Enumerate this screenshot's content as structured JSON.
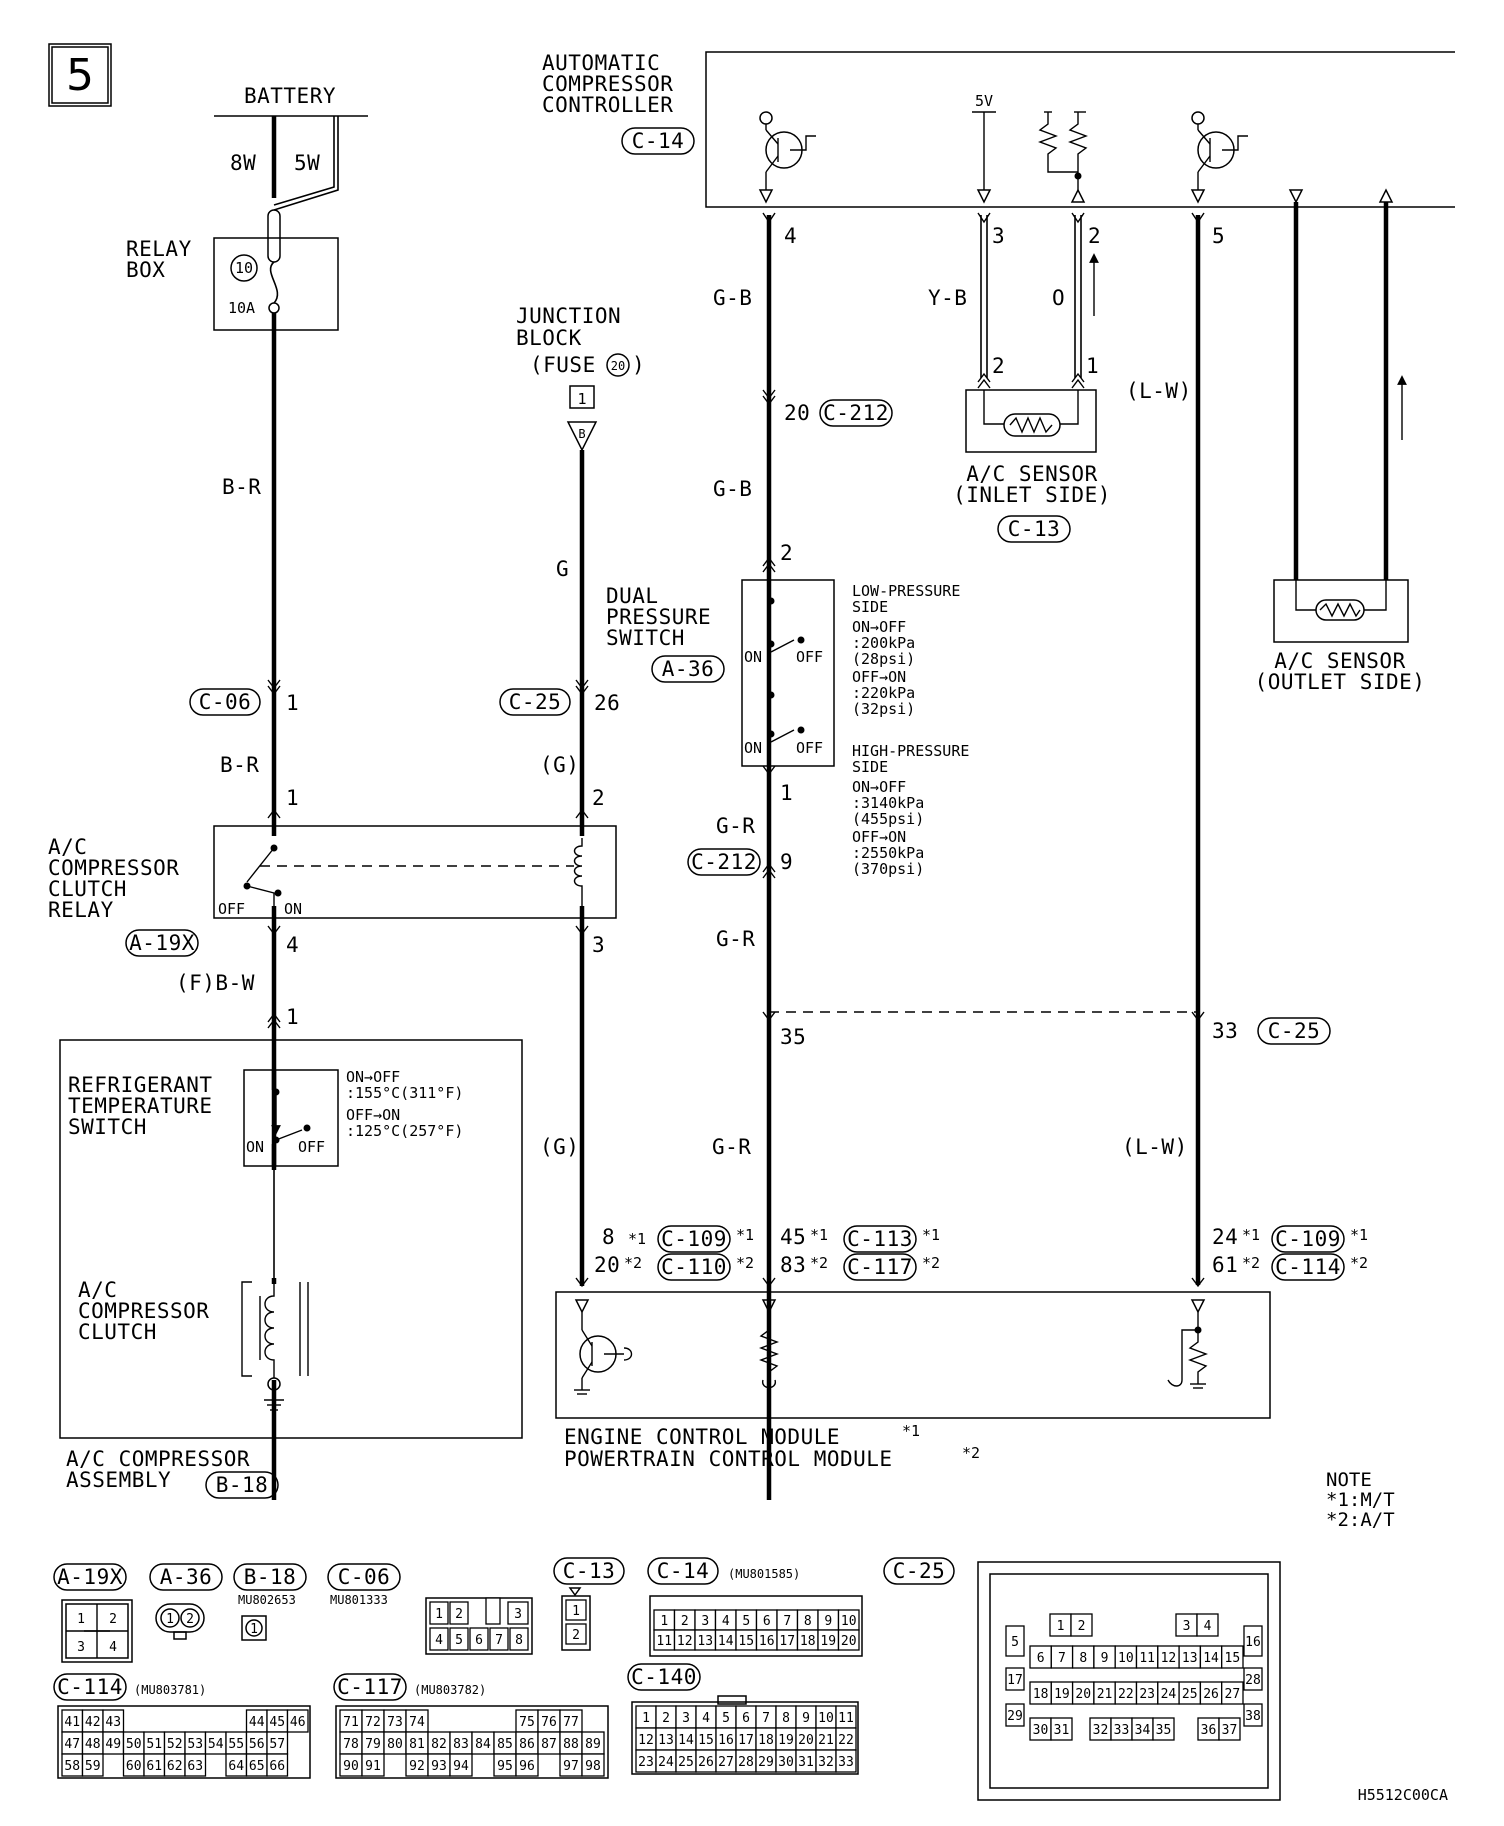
{
  "page": {
    "number": "5",
    "drawing_code": "H5512C00CA"
  },
  "battery": {
    "label": "BATTERY",
    "fuse_a": "8W",
    "fuse_b": "5W"
  },
  "relay_box": {
    "line1": "RELAY",
    "line2": "BOX",
    "fuse_no": "10",
    "rating": "10A"
  },
  "junction_block": {
    "line1": "JUNCTION",
    "line2": "BLOCK",
    "fuse_text": "(FUSE",
    "fuse_no": "20",
    "close": ")",
    "terminal": "1",
    "connector_letter": "B"
  },
  "acc": {
    "line1": "AUTOMATIC",
    "line2": "COMPRESSOR",
    "line3": "CONTROLLER",
    "connector": "C-14",
    "supply": "5V"
  },
  "inlet_sensor": {
    "line1": "A/C SENSOR",
    "line2": "(INLET SIDE)",
    "connector": "C-13"
  },
  "outlet_sensor": {
    "line1": "A/C SENSOR",
    "line2": "(OUTLET SIDE)"
  },
  "dps": {
    "line1": "DUAL",
    "line2": "PRESSURE",
    "line3": "SWITCH",
    "connector": "A-36",
    "low": {
      "line1": "LOW-PRESSURE",
      "line2": "SIDE",
      "a": "ON→OFF",
      "b": ":200kPa",
      "c": "(28psi)",
      "d": "OFF→ON",
      "e": ":220kPa",
      "f": "(32psi)"
    },
    "high": {
      "line1": "HIGH-PRESSURE",
      "line2": "SIDE",
      "a": "ON→OFF",
      "b": ":3140kPa",
      "c": "(455psi)",
      "d": "OFF→ON",
      "e": ":2550kPa",
      "f": "(370psi)"
    },
    "on": "ON",
    "off": "OFF"
  },
  "clutch_relay": {
    "line1": "A/C",
    "line2": "COMPRESSOR",
    "line3": "CLUTCH",
    "line4": "RELAY",
    "connector": "A-19X",
    "off": "OFF",
    "on": "ON"
  },
  "rts": {
    "line1": "REFRIGERANT",
    "line2": "TEMPERATURE",
    "line3": "SWITCH",
    "a": "ON→OFF",
    "b": ":155°C(311°F)",
    "c": "OFF→ON",
    "d": ":125°C(257°F)",
    "on": "ON",
    "off": "OFF"
  },
  "clutch": {
    "line1": "A/C",
    "line2": "COMPRESSOR",
    "line3": "CLUTCH"
  },
  "assembly": {
    "line1": "A/C COMPRESSOR",
    "line2": "ASSEMBLY",
    "connector": "B-18"
  },
  "ecm": {
    "line1": "ENGINE CONTROL MODULE",
    "line2": "POWERTRAIN CONTROL MODULE",
    "mark1": "*1",
    "mark2": "*2"
  },
  "note": {
    "title": "NOTE",
    "l1": "*1:M/T",
    "l2": "*2:A/T"
  },
  "wires": {
    "br": "B-R",
    "g": "G",
    "gp": "(G)",
    "gb": "G-B",
    "gr": "G-R",
    "yb": "Y-B",
    "o": "O",
    "lw": "(L-W)",
    "fbw": "(F)B-W"
  },
  "pins": {
    "p1": "1",
    "p2": "2",
    "p3": "3",
    "p4": "4",
    "p5": "5",
    "p9": "9",
    "p20": "20",
    "p26": "26",
    "p33": "33",
    "p35": "35",
    "p8": "8",
    "p24": "24",
    "p45": "45",
    "p61": "61",
    "p83": "83",
    "star1": "*1",
    "star2": "*2"
  },
  "conn": {
    "c06": "C-06",
    "c25": "C-25",
    "c212": "C-212",
    "a19x": "A-19X",
    "a36": "A-36",
    "c109": "C-109",
    "c110": "C-110",
    "c113": "C-113",
    "c117": "C-117",
    "c114": "C-114"
  },
  "legend": {
    "a19x": {
      "name": "A-19X",
      "pins": [
        "1",
        "2",
        "3",
        "4"
      ]
    },
    "a36": {
      "name": "A-36",
      "pins": [
        "1",
        "2"
      ]
    },
    "b18": {
      "name": "B-18",
      "part": "MU802653",
      "pins": [
        "1"
      ]
    },
    "c06": {
      "name": "C-06",
      "part": "MU801333",
      "pins": [
        "1",
        "2",
        "3",
        "4",
        "5",
        "6",
        "7",
        "8"
      ]
    },
    "c13": {
      "name": "C-13",
      "pins": [
        "1",
        "2"
      ]
    },
    "c14": {
      "name": "C-14",
      "part": "(MU801585)",
      "rows": [
        [
          "1",
          "2",
          "3",
          "4",
          "5",
          "6",
          "7",
          "8",
          "9",
          "10"
        ],
        [
          "11",
          "12",
          "13",
          "14",
          "15",
          "16",
          "17",
          "18",
          "19",
          "20"
        ]
      ]
    },
    "c25": {
      "name": "C-25",
      "r1": [
        "1",
        "2",
        "3",
        "4"
      ],
      "r2": [
        "5",
        "16"
      ],
      "r3": [
        "6",
        "7",
        "8",
        "9",
        "10",
        "11",
        "12",
        "13",
        "14",
        "15"
      ],
      "r4": [
        "17",
        "28"
      ],
      "r5": [
        "18",
        "19",
        "20",
        "21",
        "22",
        "23",
        "24",
        "25",
        "26",
        "27"
      ],
      "r6": [
        "29",
        "38"
      ],
      "r7": [
        "30",
        "31",
        "32",
        "33",
        "34",
        "35",
        "36",
        "37"
      ]
    },
    "c114": {
      "name": "C-114",
      "part": "(MU803781)",
      "rows": [
        [
          "41",
          "42",
          "43",
          "",
          "",
          "",
          "",
          "",
          "",
          "44",
          "45",
          "46"
        ],
        [
          "47",
          "48",
          "49",
          "50",
          "51",
          "52",
          "53",
          "54",
          "55",
          "56",
          "57"
        ],
        [
          "58",
          "59",
          "",
          "60",
          "61",
          "62",
          "63",
          "",
          "64",
          "65",
          "66"
        ]
      ]
    },
    "c117": {
      "name": "C-117",
      "part": "(MU803782)",
      "rows": [
        [
          "71",
          "72",
          "73",
          "74",
          "",
          "",
          "",
          "",
          "75",
          "76",
          "77"
        ],
        [
          "78",
          "79",
          "80",
          "81",
          "82",
          "83",
          "84",
          "85",
          "86",
          "87",
          "88",
          "89"
        ],
        [
          "90",
          "91",
          "",
          "92",
          "93",
          "94",
          "",
          "95",
          "96",
          "",
          "97",
          "98"
        ]
      ]
    },
    "c140": {
      "name": "C-140",
      "rows": [
        [
          "1",
          "2",
          "3",
          "4",
          "5",
          "6",
          "7",
          "8",
          "9",
          "10",
          "11"
        ],
        [
          "12",
          "13",
          "14",
          "15",
          "16",
          "17",
          "18",
          "19",
          "20",
          "21",
          "22"
        ],
        [
          "23",
          "24",
          "25",
          "26",
          "27",
          "28",
          "29",
          "30",
          "31",
          "32",
          "33"
        ]
      ]
    }
  }
}
